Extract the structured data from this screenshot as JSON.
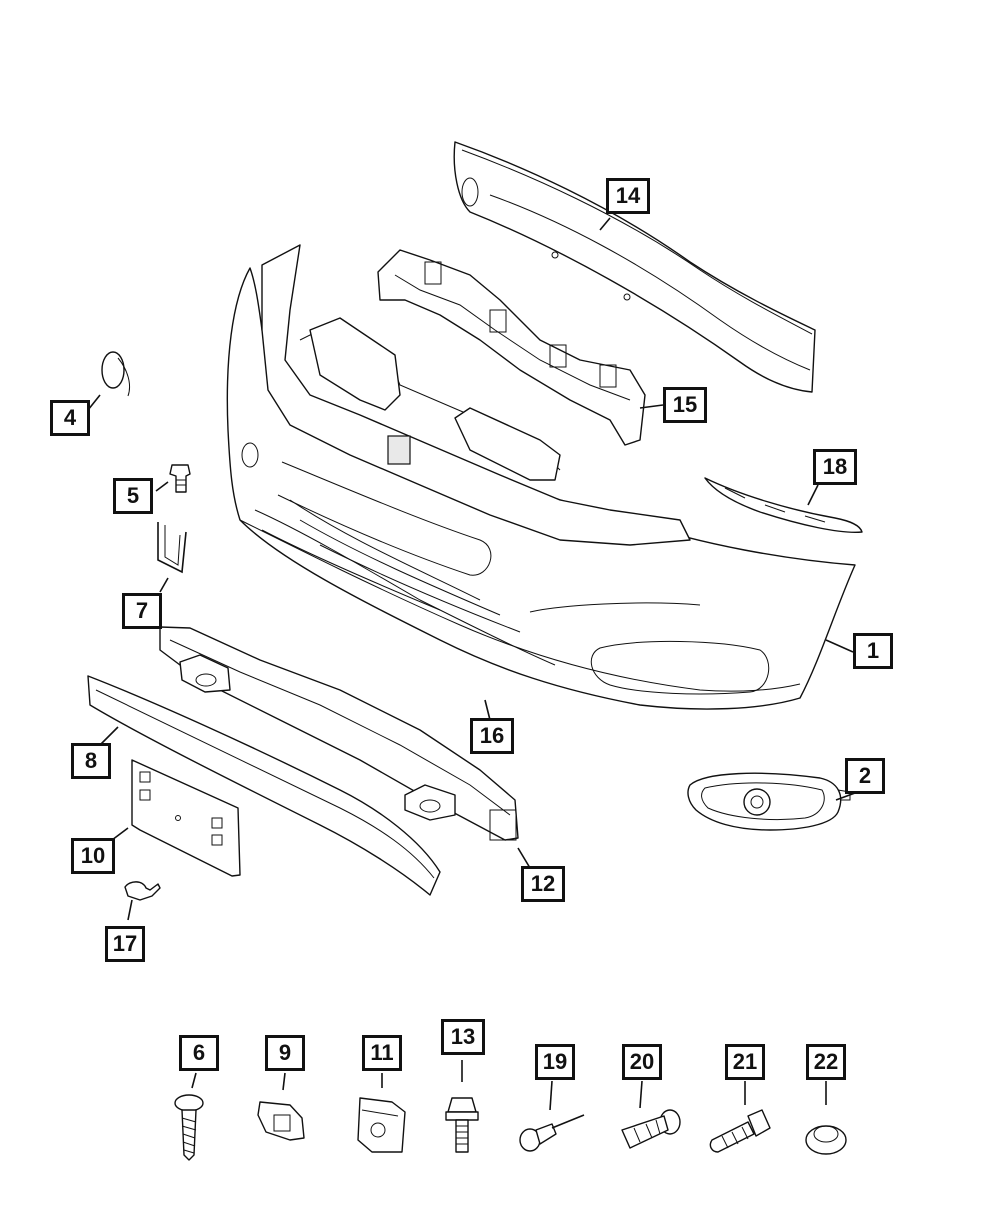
{
  "callouts": [
    {
      "id": "c1",
      "number": "1"
    },
    {
      "id": "c2",
      "number": "2"
    },
    {
      "id": "c4",
      "number": "4"
    },
    {
      "id": "c5",
      "number": "5"
    },
    {
      "id": "c6",
      "number": "6"
    },
    {
      "id": "c7",
      "number": "7"
    },
    {
      "id": "c8",
      "number": "8"
    },
    {
      "id": "c9",
      "number": "9"
    },
    {
      "id": "c10",
      "number": "10"
    },
    {
      "id": "c11",
      "number": "11"
    },
    {
      "id": "c12",
      "number": "12"
    },
    {
      "id": "c13",
      "number": "13"
    },
    {
      "id": "c14",
      "number": "14"
    },
    {
      "id": "c15",
      "number": "15"
    },
    {
      "id": "c16",
      "number": "16"
    },
    {
      "id": "c17",
      "number": "17"
    },
    {
      "id": "c18",
      "number": "18"
    },
    {
      "id": "c19",
      "number": "19"
    },
    {
      "id": "c20",
      "number": "20"
    },
    {
      "id": "c21",
      "number": "21"
    },
    {
      "id": "c22",
      "number": "22"
    }
  ]
}
